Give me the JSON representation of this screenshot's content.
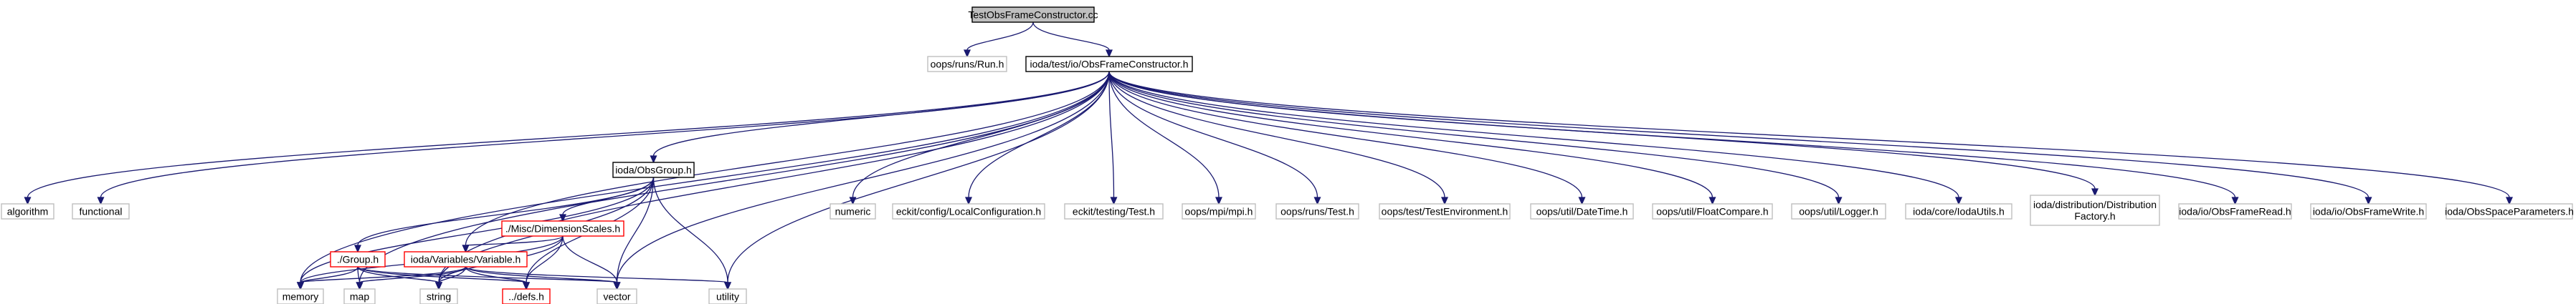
{
  "title": "TestObsFrameConstructor.cc",
  "colors": {
    "edge": "#191970",
    "root_fill": "#bfbfbf",
    "root_border": "#000000",
    "documented_border": "#000000",
    "undocumented_border": "#bfbfbf",
    "truncated_border": "#ff0000",
    "node_fill": "#ffffff"
  },
  "nodes": {
    "root": {
      "label": "TestObsFrameConstructor.cc",
      "kind": "root"
    },
    "run": {
      "label": "oops/runs/Run.h",
      "kind": "undocumented"
    },
    "ofc": {
      "label": "ioda/test/io/ObsFrameConstructor.h",
      "kind": "documented"
    },
    "algorithm": {
      "label": "algorithm",
      "kind": "undocumented"
    },
    "functional": {
      "label": "functional",
      "kind": "undocumented"
    },
    "obsgroup": {
      "label": "ioda/ObsGroup.h",
      "kind": "documented"
    },
    "numeric": {
      "label": "numeric",
      "kind": "undocumented"
    },
    "localconfig": {
      "label": "eckit/config/LocalConfiguration.h",
      "kind": "undocumented"
    },
    "eckittest": {
      "label": "eckit/testing/Test.h",
      "kind": "undocumented"
    },
    "mpi": {
      "label": "oops/mpi/mpi.h",
      "kind": "undocumented"
    },
    "oopstest": {
      "label": "oops/runs/Test.h",
      "kind": "undocumented"
    },
    "testenv": {
      "label": "oops/test/TestEnvironment.h",
      "kind": "undocumented"
    },
    "datetime": {
      "label": "oops/util/DateTime.h",
      "kind": "undocumented"
    },
    "floatcompare": {
      "label": "oops/util/FloatCompare.h",
      "kind": "undocumented"
    },
    "logger": {
      "label": "oops/util/Logger.h",
      "kind": "undocumented"
    },
    "iodautils": {
      "label": "ioda/core/IodaUtils.h",
      "kind": "undocumented"
    },
    "distfactory": {
      "label": "ioda/distribution/Distribution\nFactory.h",
      "kind": "undocumented"
    },
    "framereadh": {
      "label": "ioda/io/ObsFrameRead.h",
      "kind": "undocumented"
    },
    "framewrite": {
      "label": "ioda/io/ObsFrameWrite.h",
      "kind": "undocumented"
    },
    "spaceparams": {
      "label": "ioda/ObsSpaceParameters.h",
      "kind": "undocumented"
    },
    "dimscales": {
      "label": "./Misc/DimensionScales.h",
      "kind": "truncated"
    },
    "group": {
      "label": "./Group.h",
      "kind": "truncated"
    },
    "variable": {
      "label": "ioda/Variables/Variable.h",
      "kind": "truncated"
    },
    "memory": {
      "label": "memory",
      "kind": "undocumented"
    },
    "map": {
      "label": "map",
      "kind": "undocumented"
    },
    "string": {
      "label": "string",
      "kind": "undocumented"
    },
    "defs": {
      "label": "../defs.h",
      "kind": "truncated"
    },
    "vector": {
      "label": "vector",
      "kind": "undocumented"
    },
    "utility": {
      "label": "utility",
      "kind": "undocumented"
    }
  },
  "edges": [
    [
      "root",
      "run"
    ],
    [
      "root",
      "ofc"
    ],
    [
      "ofc",
      "algorithm"
    ],
    [
      "ofc",
      "functional"
    ],
    [
      "ofc",
      "obsgroup"
    ],
    [
      "ofc",
      "numeric"
    ],
    [
      "ofc",
      "localconfig"
    ],
    [
      "ofc",
      "eckittest"
    ],
    [
      "ofc",
      "mpi"
    ],
    [
      "ofc",
      "oopstest"
    ],
    [
      "ofc",
      "testenv"
    ],
    [
      "ofc",
      "datetime"
    ],
    [
      "ofc",
      "floatcompare"
    ],
    [
      "ofc",
      "logger"
    ],
    [
      "ofc",
      "iodautils"
    ],
    [
      "ofc",
      "distfactory"
    ],
    [
      "ofc",
      "framereadh"
    ],
    [
      "ofc",
      "framewrite"
    ],
    [
      "ofc",
      "spaceparams"
    ],
    [
      "ofc",
      "memory"
    ],
    [
      "ofc",
      "map"
    ],
    [
      "ofc",
      "string"
    ],
    [
      "ofc",
      "variable"
    ],
    [
      "ofc",
      "vector"
    ],
    [
      "ofc",
      "utility"
    ],
    [
      "obsgroup",
      "dimscales"
    ],
    [
      "obsgroup",
      "group"
    ],
    [
      "obsgroup",
      "memory"
    ],
    [
      "obsgroup",
      "defs"
    ],
    [
      "obsgroup",
      "vector"
    ],
    [
      "obsgroup",
      "utility"
    ],
    [
      "obsgroup",
      "string"
    ],
    [
      "dimscales",
      "variable"
    ],
    [
      "dimscales",
      "memory"
    ],
    [
      "dimscales",
      "string"
    ],
    [
      "dimscales",
      "defs"
    ],
    [
      "dimscales",
      "vector"
    ],
    [
      "group",
      "memory"
    ],
    [
      "group",
      "map"
    ],
    [
      "group",
      "string"
    ],
    [
      "group",
      "defs"
    ],
    [
      "group",
      "vector"
    ],
    [
      "variable",
      "memory"
    ],
    [
      "variable",
      "map"
    ],
    [
      "variable",
      "string"
    ],
    [
      "variable",
      "defs"
    ],
    [
      "variable",
      "vector"
    ],
    [
      "variable",
      "utility"
    ]
  ]
}
